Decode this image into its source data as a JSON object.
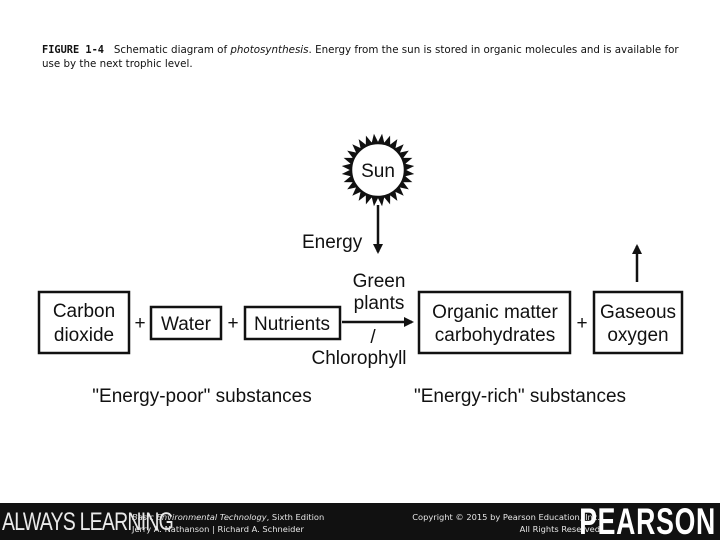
{
  "caption": {
    "figure_label": "FIGURE 1-4",
    "text_before": "Schematic diagram of ",
    "italic_term": "photosynthesis",
    "text_after": ". Energy from the sun is stored in organic molecules and is available for use by the next trophic level."
  },
  "diagram": {
    "sun_label": "Sun",
    "energy_label": "Energy",
    "green_plants_line1": "Green",
    "green_plants_line2": "plants",
    "chlorophyll_label": "Chlorophyll",
    "carbon_line1": "Carbon",
    "carbon_line2": "dioxide",
    "plus_sign": "+",
    "water_label": "Water",
    "nutrients_label": "Nutrients",
    "organic_line1": "Organic matter",
    "organic_line2": "carbohydrates",
    "gaseous_line1": "Gaseous",
    "gaseous_line2": "oxygen",
    "slash": "/",
    "energy_poor": "\"Energy-poor\" substances",
    "energy_rich": "\"Energy-rich\" substances"
  },
  "footer": {
    "always_learning": "ALWAYS LEARNING",
    "book_title": "Basic Environmental Technology",
    "book_edition": ", Sixth Edition",
    "authors": "Jerry A. Nathanson | Richard A. Schneider",
    "copyright": "Copyright © 2015 by Pearson Education, Inc.",
    "rights": "All Rights Reserved",
    "publisher": "PEARSON"
  }
}
